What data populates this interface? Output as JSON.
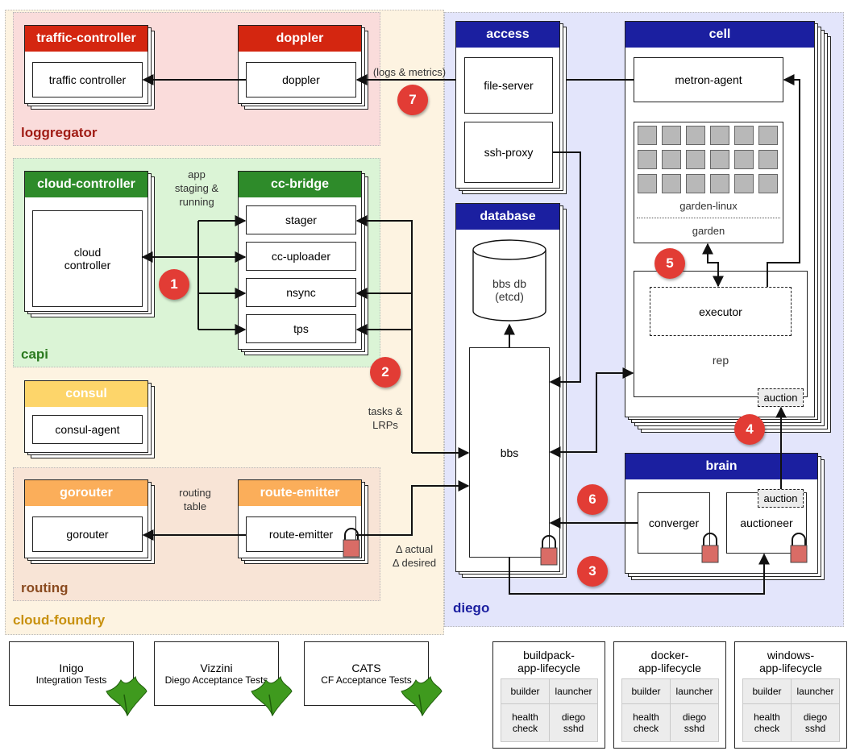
{
  "regions": {
    "cloud_foundry": "cloud-foundry",
    "loggregator": "loggregator",
    "capi": "capi",
    "routing": "routing",
    "diego": "diego"
  },
  "components": {
    "traffic_controller": {
      "title": "traffic-controller",
      "box": "traffic controller"
    },
    "doppler": {
      "title": "doppler",
      "box": "doppler"
    },
    "cloud_controller": {
      "title": "cloud-controller",
      "box": "cloud\ncontroller"
    },
    "cc_bridge": {
      "title": "cc-bridge",
      "boxes": [
        "stager",
        "cc-uploader",
        "nsync",
        "tps"
      ]
    },
    "consul": {
      "title": "consul",
      "box": "consul-agent"
    },
    "gorouter": {
      "title": "gorouter",
      "box": "gorouter"
    },
    "route_emitter": {
      "title": "route-emitter",
      "box": "route-emitter"
    },
    "access": {
      "title": "access",
      "boxes": [
        "file-server",
        "ssh-proxy"
      ]
    },
    "database": {
      "title": "database",
      "db": "bbs db\n(etcd)",
      "bbs": "bbs"
    },
    "cell": {
      "title": "cell",
      "metron": "metron-agent",
      "garden_linux": "garden-linux",
      "garden": "garden",
      "executor": "executor",
      "rep": "rep",
      "auction": "auction"
    },
    "brain": {
      "title": "brain",
      "converger": "converger",
      "auctioneer": "auctioneer",
      "auction": "auction"
    }
  },
  "labels": {
    "logs_metrics": "(logs & metrics)",
    "app_staging": "app\nstaging &\nrunning",
    "tasks_lrps": "tasks &\nLRPs",
    "routing_table": "routing\ntable",
    "delta": "Δ actual\nΔ desired"
  },
  "badges": [
    "1",
    "2",
    "3",
    "4",
    "5",
    "6",
    "7"
  ],
  "tests": [
    {
      "name": "Inigo",
      "desc": "Integration Tests",
      "icon": "ginkgo-leaf-icon"
    },
    {
      "name": "Vizzini",
      "desc": "Diego Acceptance Tests",
      "icon": "ginkgo-leaf-icon"
    },
    {
      "name": "CATS",
      "desc": "CF Acceptance Tests",
      "icon": "ginkgo-leaf-icon"
    }
  ],
  "lifecycles": [
    {
      "title": "buildpack-\napp-lifecycle",
      "cells": [
        "builder",
        "launcher",
        "health\ncheck",
        "diego\nsshd"
      ]
    },
    {
      "title": "docker-\napp-lifecycle",
      "cells": [
        "builder",
        "launcher",
        "health\ncheck",
        "diego\nsshd"
      ]
    },
    {
      "title": "windows-\napp-lifecycle",
      "cells": [
        "builder",
        "launcher",
        "health\ncheck",
        "diego\nsshd"
      ]
    }
  ],
  "colors": {
    "red": "#d42610",
    "green": "#2e8b2a",
    "yellow": "#fdd56a",
    "orange": "#fbae5a",
    "navy": "#1b1fa0",
    "badge": "#e23c35"
  }
}
